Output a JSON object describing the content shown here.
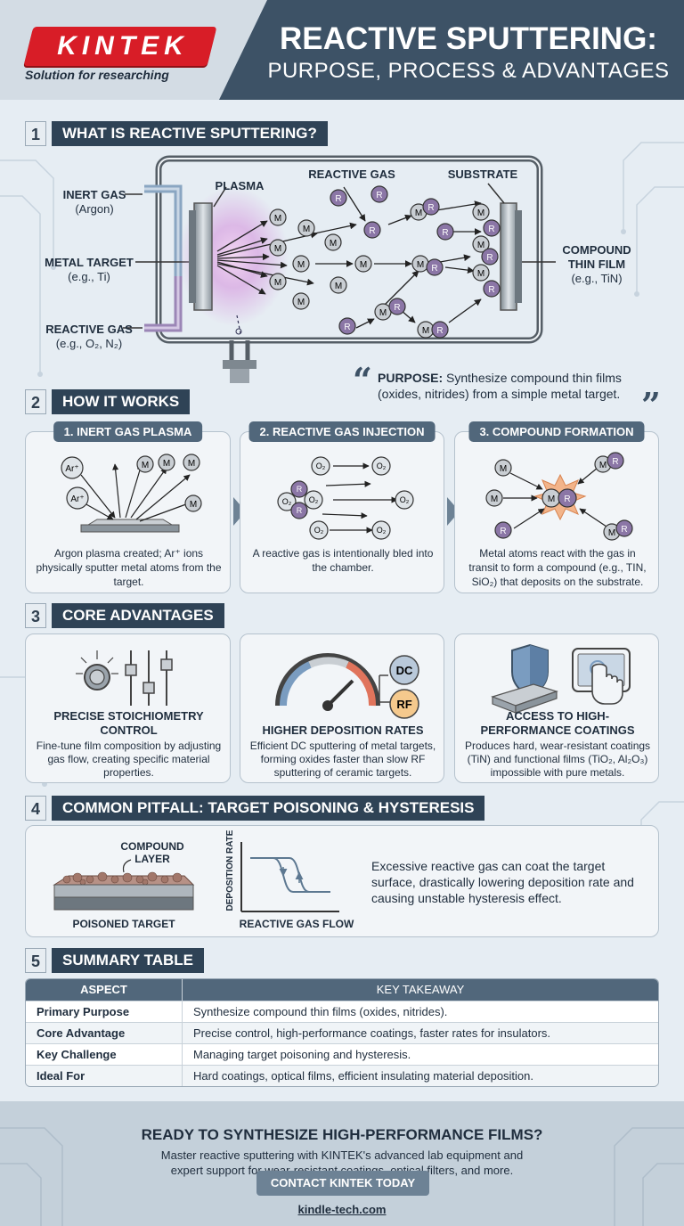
{
  "header": {
    "brand": "KINTEK",
    "tagline": "Solution for researching",
    "title_line1": "REACTIVE SPUTTERING:",
    "title_line2": "PURPOSE, PROCESS & ADVANTAGES"
  },
  "colors": {
    "header_bg": "#3d5266",
    "brand_red": "#d81d27",
    "section_bg": "#2f4356",
    "card_tab": "#51677b",
    "reactive_purple": "#8b76a6",
    "metal_gray": "#c9ced3"
  },
  "section1": {
    "num": "1",
    "title": "WHAT IS REACTIVE SPUTTERING?",
    "labels": {
      "inert_gas": "INERT GAS",
      "inert_gas_sub": "(Argon)",
      "metal_target": "METAL TARGET",
      "metal_target_sub": "(e.g., Ti)",
      "reactive_gas_left": "REACTIVE GAS",
      "reactive_gas_left_sub": "(e.g., O₂, N₂)",
      "plasma": "PLASMA",
      "reactive_gas_top": "REACTIVE GAS",
      "substrate": "SUBSTRATE",
      "compound": "COMPOUND",
      "thin_film": "THIN FILM",
      "film_sub": "(e.g., TiN)"
    },
    "atom_metal": "M",
    "atom_reactive": "R",
    "purpose_label": "PURPOSE:",
    "purpose_text": " Synthesize compound thin films (oxides, nitrides) from a simple metal target."
  },
  "section2": {
    "num": "2",
    "title": "HOW IT WORKS",
    "steps": [
      {
        "tab": "1. INERT GAS PLASMA",
        "text": "Argon plasma created; Ar⁺ ions physically sputter metal atoms from the target.",
        "ion": "Ar⁺"
      },
      {
        "tab": "2. REACTIVE GAS INJECTION",
        "text": "A reactive gas is intentionally bled into the chamber.",
        "molecule": "O₂"
      },
      {
        "tab": "3. COMPOUND FORMATION",
        "text": "Metal atoms react with the gas in transit to form a compound (e.g., TIN, SiO₂) that deposits on the substrate."
      }
    ]
  },
  "section3": {
    "num": "3",
    "title": "CORE ADVANTAGES",
    "cards": [
      {
        "title": "PRECISE STOICHIOMETRY CONTROL",
        "text": "Fine-tune film composition by adjusting gas flow, creating specific material properties."
      },
      {
        "title": "HIGHER DEPOSITION RATES",
        "text": "Efficient DC sputtering of metal targets, forming oxides faster than slow RF sputtering of ceramic targets.",
        "dc": "DC",
        "rf": "RF"
      },
      {
        "title": "ACCESS TO HIGH-PERFORMANCE COATINGS",
        "text": "Produces hard, wear-resistant coatings (TiN) and functional films (TiO₂, Al₂O₃) impossible with pure metals."
      }
    ]
  },
  "section4": {
    "num": "4",
    "title": "COMMON PITFALL: TARGET POISONING & HYSTERESIS",
    "compound_label1": "COMPOUND",
    "compound_label2": "LAYER",
    "poisoned_label": "POISONED TARGET",
    "y_axis": "DEPOSITION RATE",
    "x_axis": "REACTIVE GAS FLOW",
    "text": "Excessive reactive gas can coat the target surface, drastically lowering deposition rate and causing unstable hysteresis effect."
  },
  "section5": {
    "num": "5",
    "title": "SUMMARY TABLE",
    "headers": [
      "ASPECT",
      "KEY TAKEAWAY"
    ],
    "rows": [
      [
        "Primary Purpose",
        "Synthesize compound thin films (oxides, nitrides)."
      ],
      [
        "Core Advantage",
        "Precise control, high-performance coatings, faster rates for insulators."
      ],
      [
        "Key Challenge",
        "Managing target poisoning and hysteresis."
      ],
      [
        "Ideal For",
        "Hard coatings, optical films, efficient insulating material deposition."
      ]
    ]
  },
  "footer": {
    "title": "READY TO SYNTHESIZE HIGH-PERFORMANCE FILMS?",
    "text_line1": "Master reactive sputtering with KINTEK's advanced lab equipment and",
    "text_line2": "expert support for wear-resistant coatings, optical filters, and more.",
    "button": "CONTACT KINTEK TODAY",
    "url": "kindle-tech.com"
  }
}
